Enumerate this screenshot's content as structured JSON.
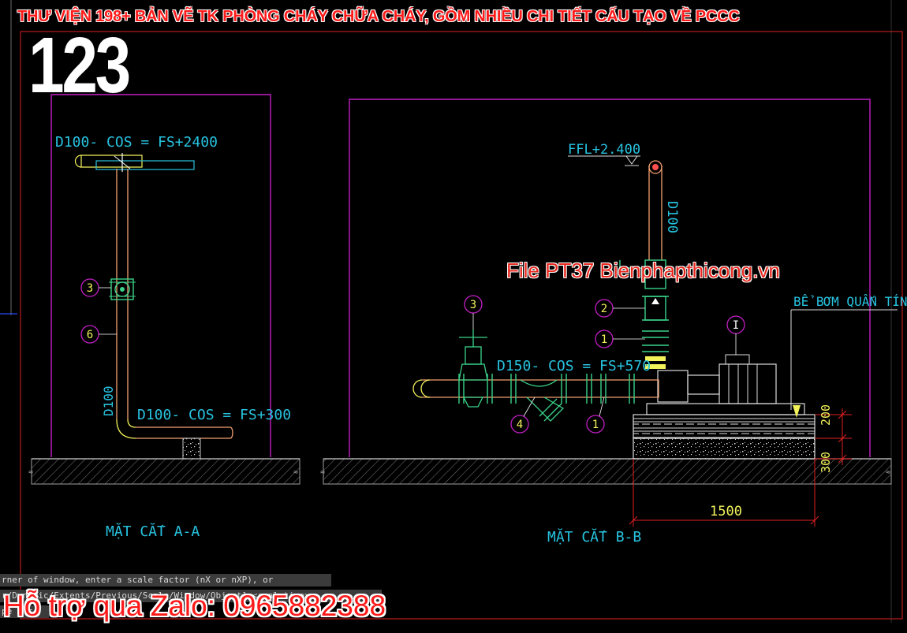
{
  "banner": {
    "title": "THƯ VIỆN 198+ BẢN VẼ TK PHÒNG CHÁY CHỮA CHÁY, GỒM NHIỀU CHI TIẾT CẤU TẠO VỀ PCCC"
  },
  "badge": {
    "number": "123"
  },
  "watermark": {
    "text": "File PT37   Bienphapthicong.vn"
  },
  "section_aa": {
    "title": "MẶT CẮT A-A",
    "top_label": "D100- COS = FS+2400",
    "bottom_label": "D100- COS = FS+300",
    "pipe_label": "D100",
    "callouts": [
      "3",
      "6"
    ]
  },
  "section_bb": {
    "title": "MẶT CẮT B-B",
    "ffl_label": "FFL+2.400",
    "riser_label": "D100",
    "suction_label": "D150- COS = FS+570",
    "pump_label": "BỂ BƠM QUẤN TÍNH",
    "dim_width": "1500",
    "dim_h1": "200",
    "dim_h2": "300",
    "callouts": [
      "3",
      "2",
      "1",
      "I",
      "4",
      "1"
    ]
  },
  "command_line": {
    "line1": "rner of window, enter a scale factor (nX or nXP), or",
    "line2": "r/Dynamic/Extents/Previous/Scale/Window/Object] <real time>:",
    "line3": "pe a c"
  },
  "support": {
    "text": "Hỗ trợ qua Zalo: 0965882388"
  },
  "colors": {
    "magenta": "#c21fc4",
    "cyan": "#27c3e0",
    "yellow": "#f2f25a",
    "green": "#3ad48a",
    "red": "#ff1a1a",
    "grey": "#a0a0a0"
  }
}
